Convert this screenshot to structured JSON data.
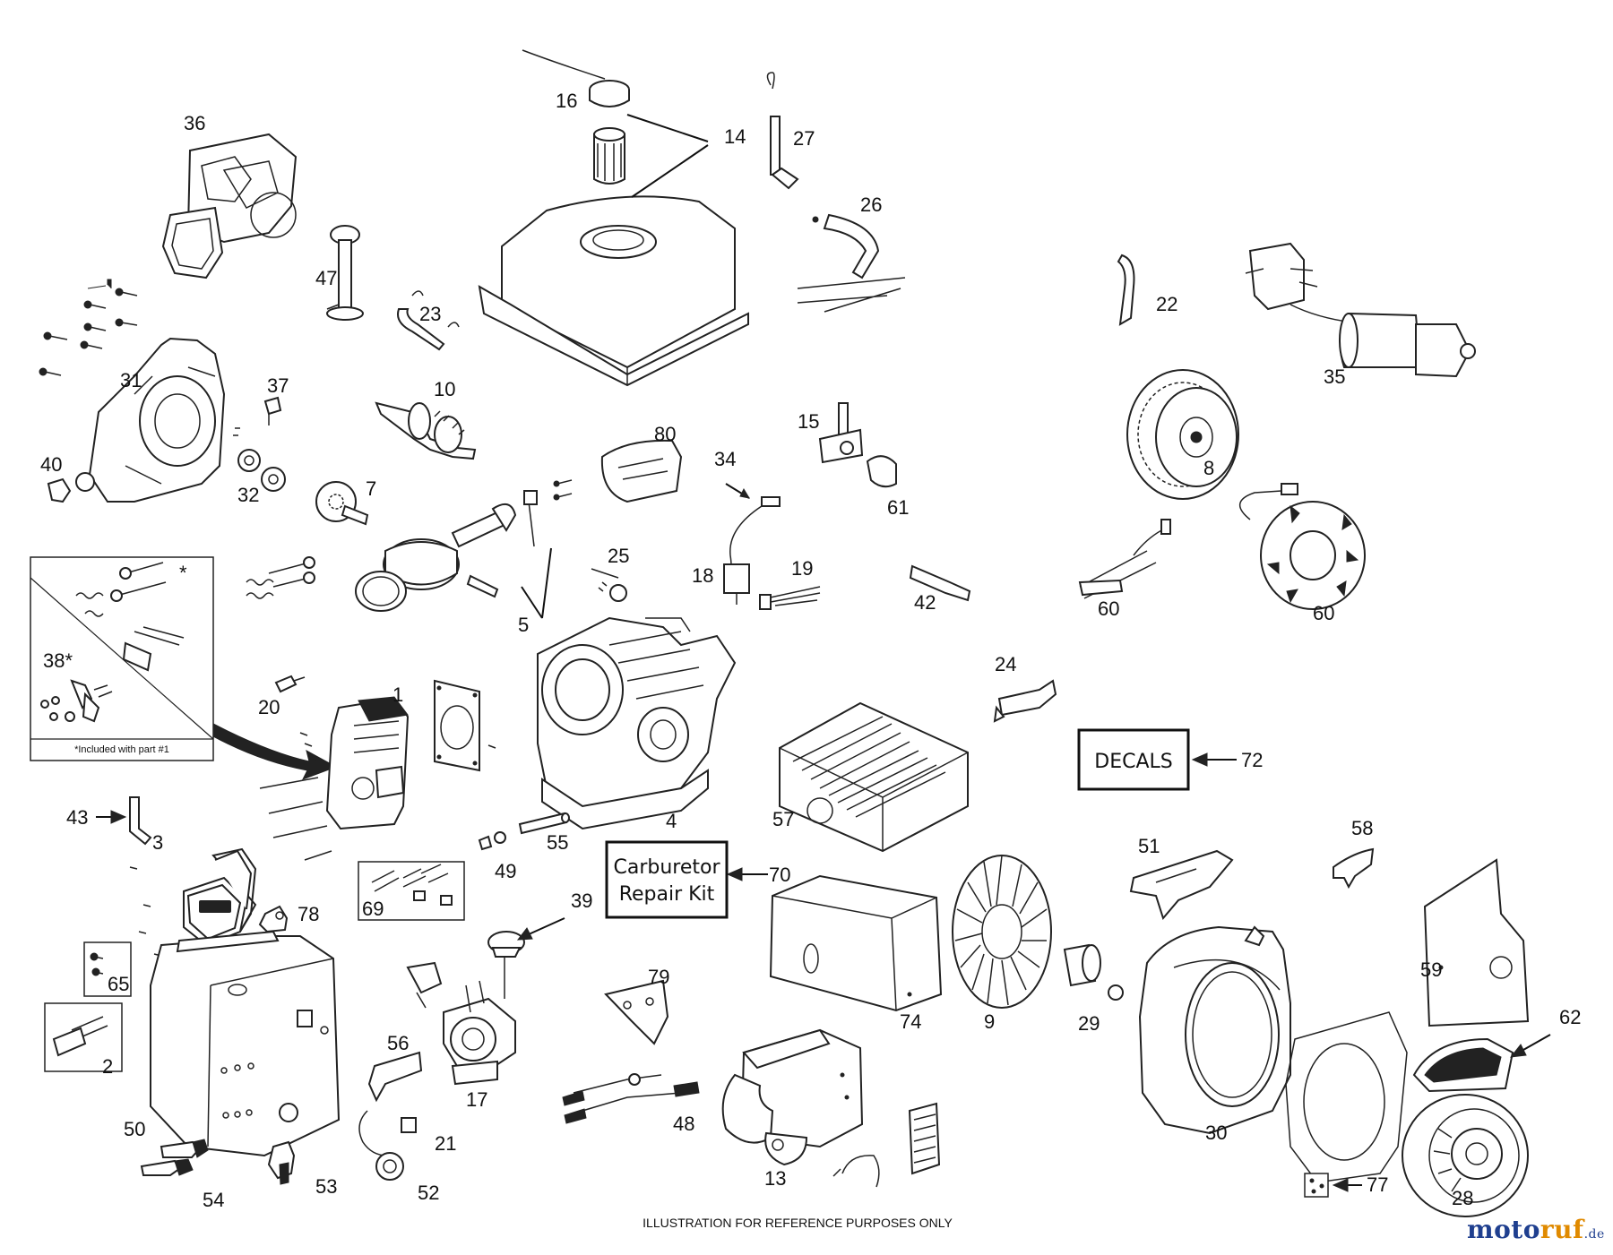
{
  "labels": {
    "l1": "1",
    "l2": "2",
    "l3": "3",
    "l4": "4",
    "l5": "5",
    "l7": "7",
    "l8": "8",
    "l9": "9",
    "l10": "10",
    "l13": "13",
    "l14": "14",
    "l15": "15",
    "l16": "16",
    "l17": "17",
    "l18": "18",
    "l19": "19",
    "l20": "20",
    "l21": "21",
    "l22": "22",
    "l23": "23",
    "l24": "24",
    "l25": "25",
    "l26": "26",
    "l27": "27",
    "l28": "28",
    "l29": "29",
    "l30": "30",
    "l31": "31",
    "l32": "32",
    "l34": "34",
    "l35": "35",
    "l36": "36",
    "l37": "37",
    "l38": "38*",
    "l39": "39",
    "l40": "40",
    "l42": "42",
    "l43": "43",
    "l47": "47",
    "l48": "48",
    "l49": "49",
    "l50": "50",
    "l51": "51",
    "l52": "52",
    "l53": "53",
    "l54": "54",
    "l55": "55",
    "l56": "56",
    "l57": "57",
    "l58": "58",
    "l59": "59",
    "l60a": "60",
    "l60b": "60",
    "l61": "61",
    "l62": "62",
    "l65": "65",
    "l69": "69",
    "l70": "70",
    "l72": "72",
    "l74": "74",
    "l77": "77",
    "l78": "78",
    "l79": "79",
    "l80": "80",
    "star": "*"
  },
  "inset_note": "*Included with part #1",
  "decals_box": "DECALS",
  "carb_kit_line1": "Carburetor",
  "carb_kit_line2": "Repair Kit",
  "footer": "ILLUSTRATION FOR REFERENCE PURPOSES ONLY",
  "logo": {
    "part1": "moto",
    "part2": "ruf",
    "part3": ".de"
  }
}
